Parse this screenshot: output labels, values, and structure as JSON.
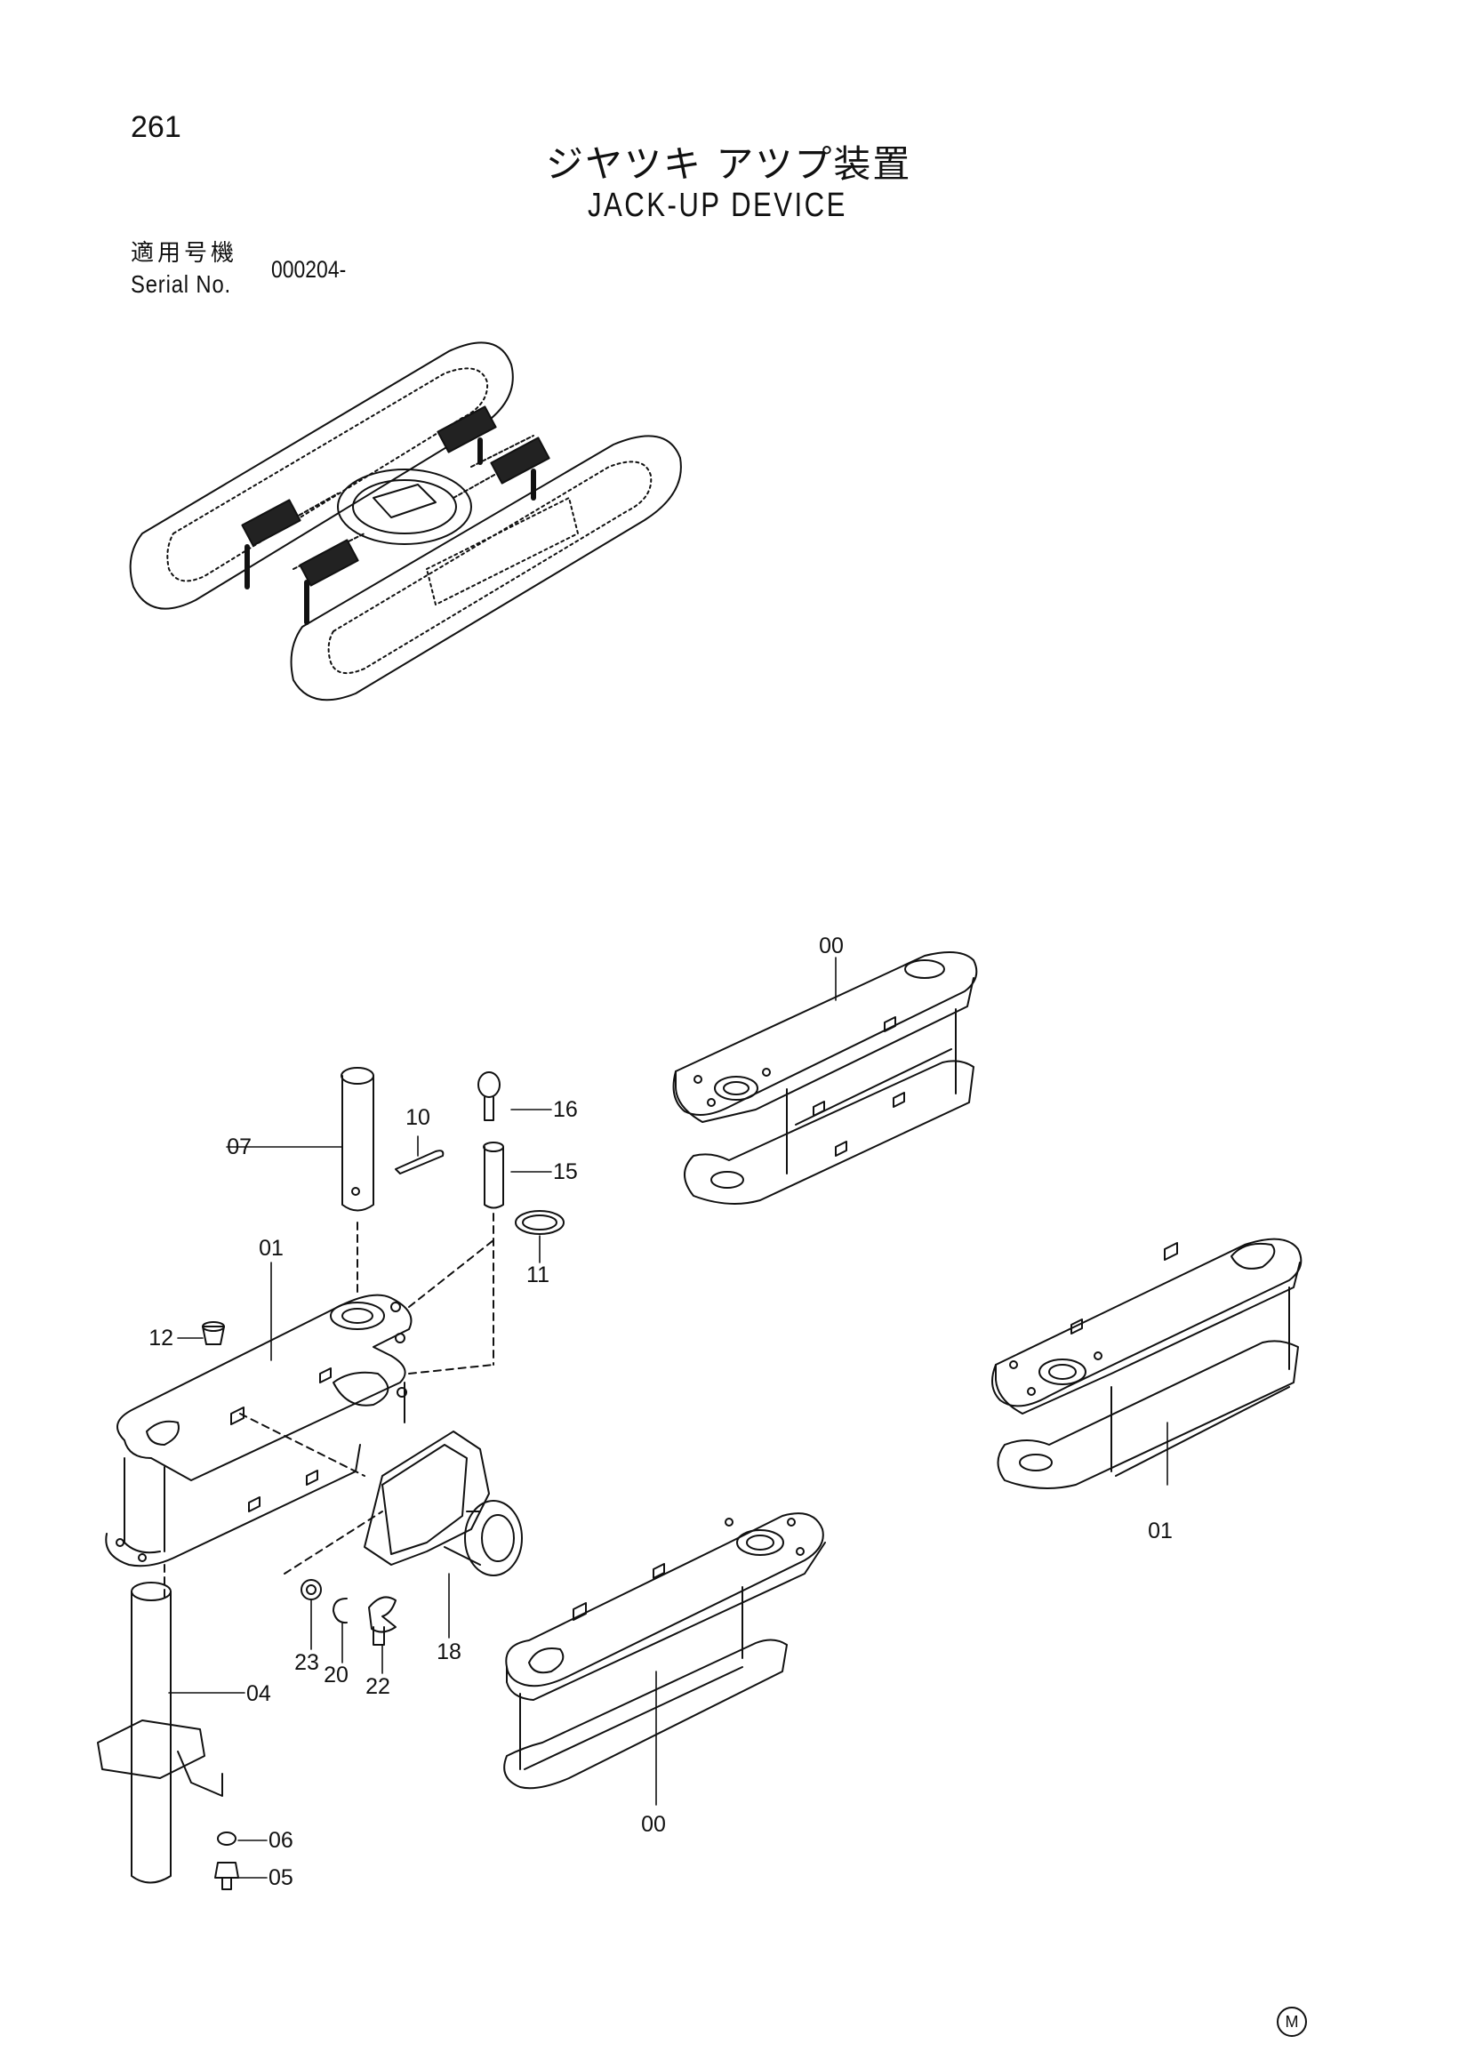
{
  "page_number": "261",
  "title_ja": "ジヤツキ アツプ装置",
  "title_en": "JACK-UP DEVICE",
  "serial": {
    "label_ja": "適用号機",
    "label_en": "Serial No.",
    "value": "000204-"
  },
  "callouts": {
    "c00a": "00",
    "c00b": "00",
    "c01a": "01",
    "c01b": "01",
    "c04": "04",
    "c05": "05",
    "c06": "06",
    "c07": "07",
    "c10": "10",
    "c11": "11",
    "c12": "12",
    "c15": "15",
    "c16": "16",
    "c18": "18",
    "c20": "20",
    "c22": "22",
    "c23": "23"
  },
  "footer_mark": "M"
}
